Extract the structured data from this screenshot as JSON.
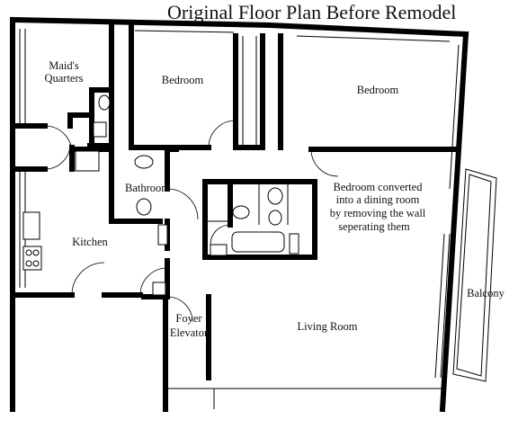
{
  "title": "Original Floor Plan Before Remodel",
  "rooms": {
    "maids_quarters": [
      "Maid's",
      "Quarters"
    ],
    "bedroom_small": "Bedroom",
    "bedroom_large": "Bedroom",
    "bathroom": "Bathroom",
    "kitchen": "Kitchen",
    "converted_note": [
      "Bedroom converted",
      "into a dining room",
      "by removing the wall",
      "seperating them"
    ],
    "balcony": "Balcony",
    "foyer_elevator": [
      "Foyer",
      "Elevator"
    ],
    "living_room": "Living Room"
  }
}
